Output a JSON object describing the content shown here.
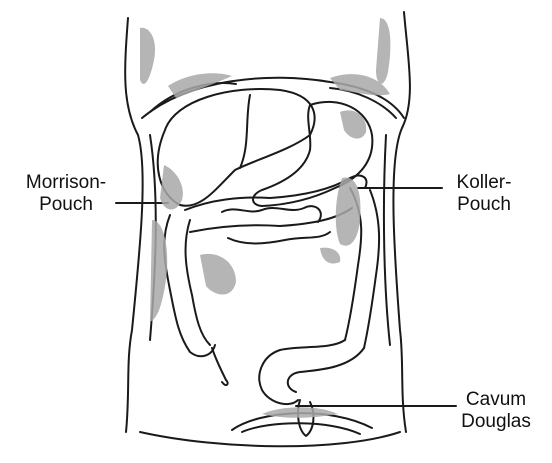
{
  "labels": {
    "morrison": {
      "line1": "Morrison-",
      "line2": "Pouch"
    },
    "koller": {
      "line1": "Koller-",
      "line2": "Pouch"
    },
    "douglas": {
      "line1": "Cavum",
      "line2": "Douglas"
    }
  },
  "colors": {
    "outline": "#1a1a1a",
    "fluid_shading": "#a9a9a9",
    "background": "#ffffff"
  }
}
